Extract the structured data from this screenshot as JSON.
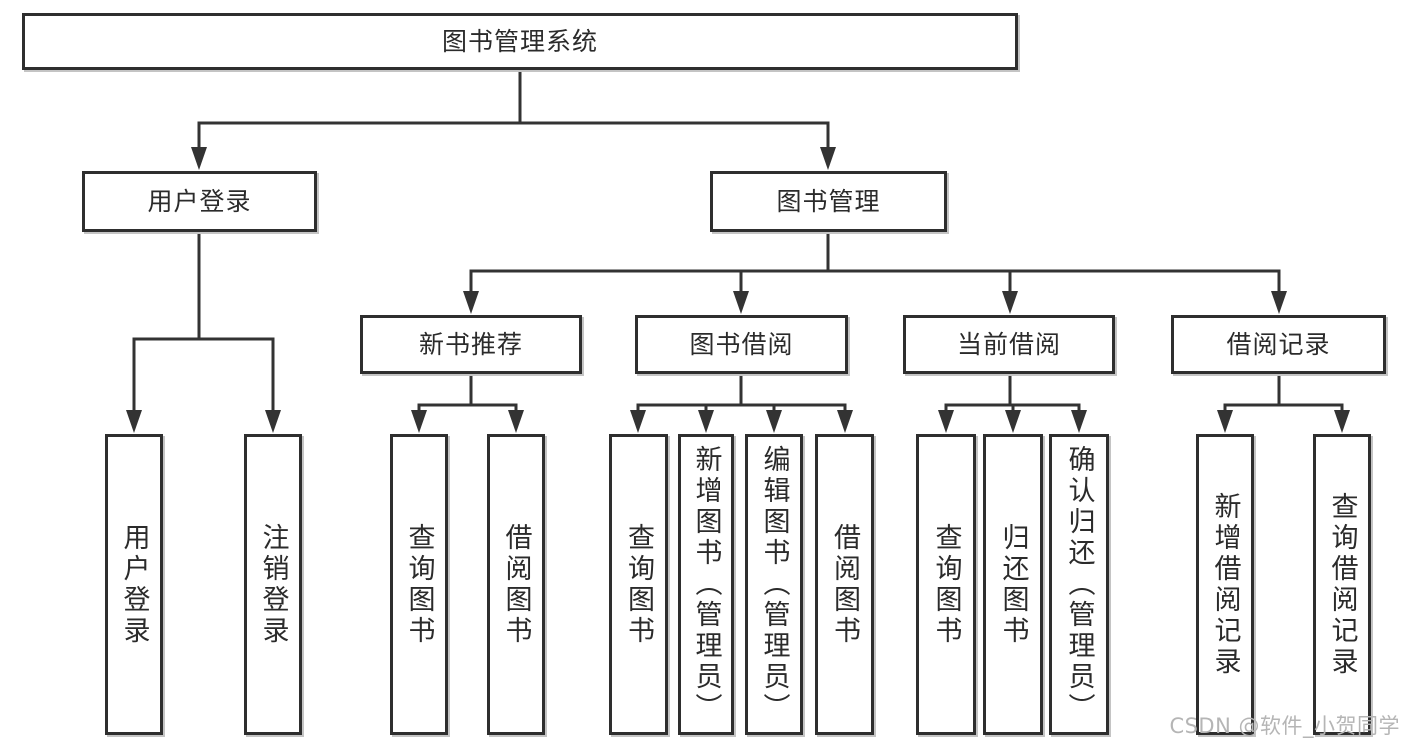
{
  "colors": {
    "line": "#333333",
    "box-border": "#2e2e2e",
    "box-fill": "#ffffff",
    "text": "#2b2b2b",
    "shadow": "#c4c4c4",
    "watermark": "#b5b5b5",
    "background": "#ffffff"
  },
  "watermark": {
    "text": "CSDN @软件_小贺同学"
  },
  "tree": {
    "root": "图书管理系统",
    "branches": [
      {
        "label": "用户登录",
        "children": [
          "用户登录",
          "注销登录"
        ]
      },
      {
        "label": "图书管理",
        "sections": [
          {
            "label": "新书推荐",
            "children": [
              "查询图书",
              "借阅图书"
            ]
          },
          {
            "label": "图书借阅",
            "children": [
              "查询图书",
              "新增图书（管理员）",
              "编辑图书（管理员）",
              "借阅图书"
            ]
          },
          {
            "label": "当前借阅",
            "children": [
              "查询图书",
              "归还图书",
              "确认归还（管理员）"
            ]
          },
          {
            "label": "借阅记录",
            "children": [
              "新增借阅记录",
              "查询借阅记录"
            ]
          }
        ]
      }
    ]
  }
}
